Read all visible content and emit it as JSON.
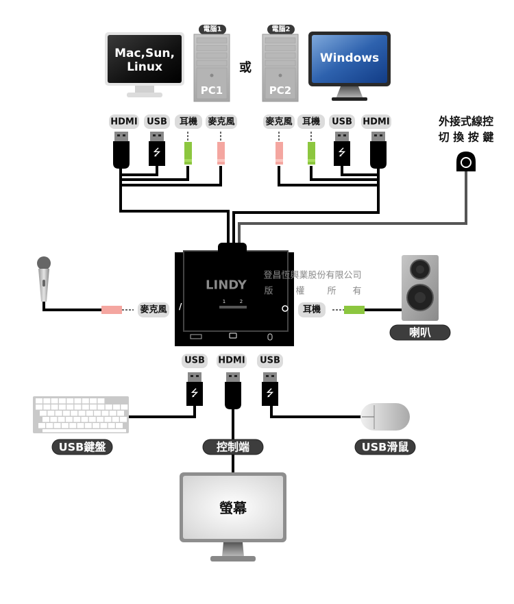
{
  "title": "LINDY 2-port HDMI KVM switch connection diagram",
  "computers": {
    "left_monitor": {
      "label_line1": "Mac,Sun,",
      "label_line2": "Linux"
    },
    "pc1": {
      "badge": "電腦1",
      "case_label": "PC1"
    },
    "or_text": "或",
    "pc2": {
      "badge": "電腦2",
      "case_label": "PC2"
    },
    "right_monitor": {
      "label": "Windows"
    }
  },
  "pc1_ports": [
    "HDMI",
    "USB",
    "耳機",
    "麥克風"
  ],
  "pc2_ports": [
    "麥克風",
    "耳機",
    "USB",
    "HDMI"
  ],
  "external_switch": {
    "line1": "外接式線控",
    "line2": "切 換 按 鍵"
  },
  "kvm": {
    "brand": "LINDY",
    "port_numbers": [
      "1",
      "2"
    ],
    "bottom_icons": [
      "keyboard-port-icon",
      "monitor-port-icon",
      "mouse-port-icon"
    ]
  },
  "watermark": {
    "line1": "登昌恆興業股份有限公司",
    "line2": [
      "版",
      "權",
      "所",
      "有"
    ]
  },
  "mic": {
    "port_label": "麥克風"
  },
  "speaker": {
    "port_label": "耳機",
    "caption": "喇叭"
  },
  "console_ports": [
    "USB",
    "HDMI",
    "USB"
  ],
  "console": {
    "keyboard_caption": "USB鍵盤",
    "console_caption": "控制端",
    "mouse_caption": "USB滑鼠",
    "screen_label": "螢幕"
  },
  "colors": {
    "headphone_green": "#8cc63f",
    "mic_pink": "#f4a6a0",
    "windows_blue": "#1f4f9a",
    "cable_black": "#000000",
    "switch_cable_grey": "#555555"
  }
}
